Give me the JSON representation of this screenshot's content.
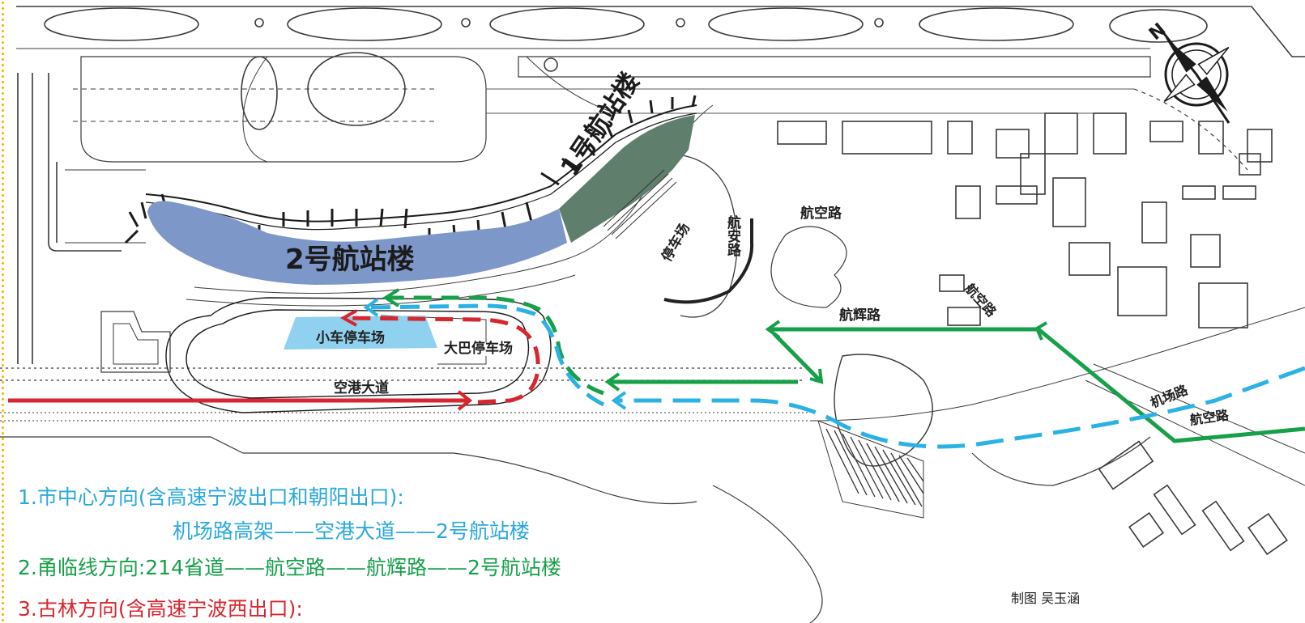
{
  "title": "",
  "compass_label": "N",
  "colors": {
    "route_red": "#d7262e",
    "route_green": "#17a04a",
    "route_blue": "#2bb2e4",
    "terminal2": "#7d97c9",
    "terminal1": "#5f7f6c",
    "parking_small": "#8fd1ee",
    "legend_text": "#2aa8dc",
    "legend_text_green": "#17a04a",
    "legend_text_red": "#d7262e",
    "page_edge": "#f2b600"
  },
  "labels": {
    "terminal2": "2号航站楼",
    "terminal1": "1号航站楼",
    "parking": "停车场",
    "hangan_road": "航安路",
    "hangkong_road_top": "航空路",
    "hangkong_road_mid": "航空路",
    "hangkong_road_bottom": "航空路",
    "hanghui_road": "航辉路",
    "jichang_road": "机场路",
    "small_car_parking": "小车停车场",
    "bus_parking": "大巴停车场",
    "konggang_avenue": "空港大道"
  },
  "legend": {
    "item1_line1": "1.市中心方向(含高速宁波出口和朝阳出口):",
    "item1_line2": "机场路高架——空港大道——2号航站楼",
    "item2": "2.甬临线方向:214省道——航空路——航辉路——2号航站楼",
    "item3_partial": "3.古林方向(含高速宁波西出口):"
  },
  "credit": "制图 吴玉涵"
}
